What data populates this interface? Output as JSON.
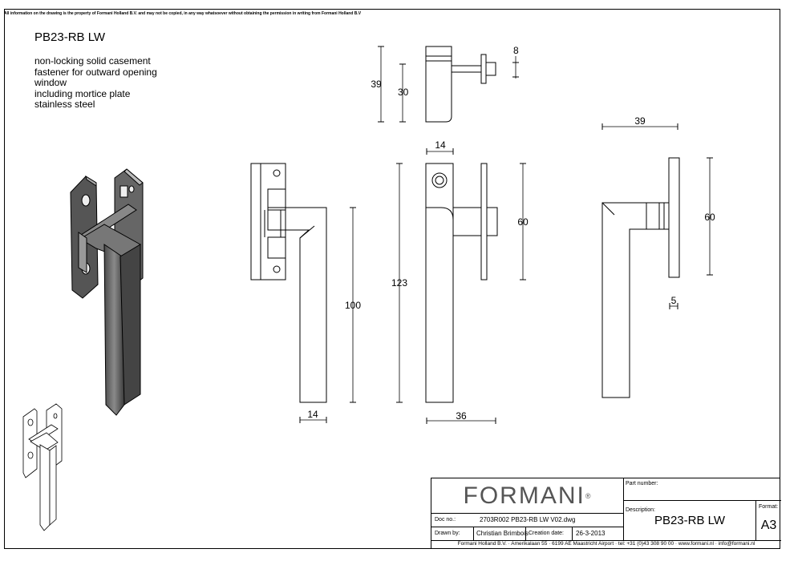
{
  "notice": "All information on the drawing is the property of Formani Holland B.V. and may not be copied, in any way whatsoever without obtaining the permission in writing from Formani Holland B.V",
  "product": {
    "code": "PB23-RB LW",
    "description_lines": [
      "non-locking solid casement",
      "fastener for outward opening",
      "window",
      "including mortice plate",
      "stainless steel"
    ]
  },
  "dimensions": {
    "top_39": "39",
    "top_30": "30",
    "top_8": "8",
    "front_14_top": "14",
    "front_100": "100",
    "front_14_bottom": "14",
    "side_123": "123",
    "side_60": "60",
    "side_36": "36",
    "right_39": "39",
    "right_60": "60",
    "right_5": "5"
  },
  "title_block": {
    "logo": "FORMANI",
    "logo_mark": "®",
    "doc_no_label": "Doc no.:",
    "doc_no": "2703R002 PB23-RB LW V02.dwg",
    "drawn_by_label": "Drawn by:",
    "drawn_by": "Christian Brimbois",
    "creation_date_label": "Creation date:",
    "creation_date": "26-3-2013",
    "part_number_label": "Part number:",
    "description_label": "Description:",
    "description": "PB23-RB LW",
    "format_label": "Format:",
    "format": "A3",
    "footer": "Formani Holland B.V. · Amerikalaan 55 · 6199 AE Maastricht Airport · tel: +31 (0)43 308 90 00 · www.formani.nl · info@formani.nl"
  }
}
